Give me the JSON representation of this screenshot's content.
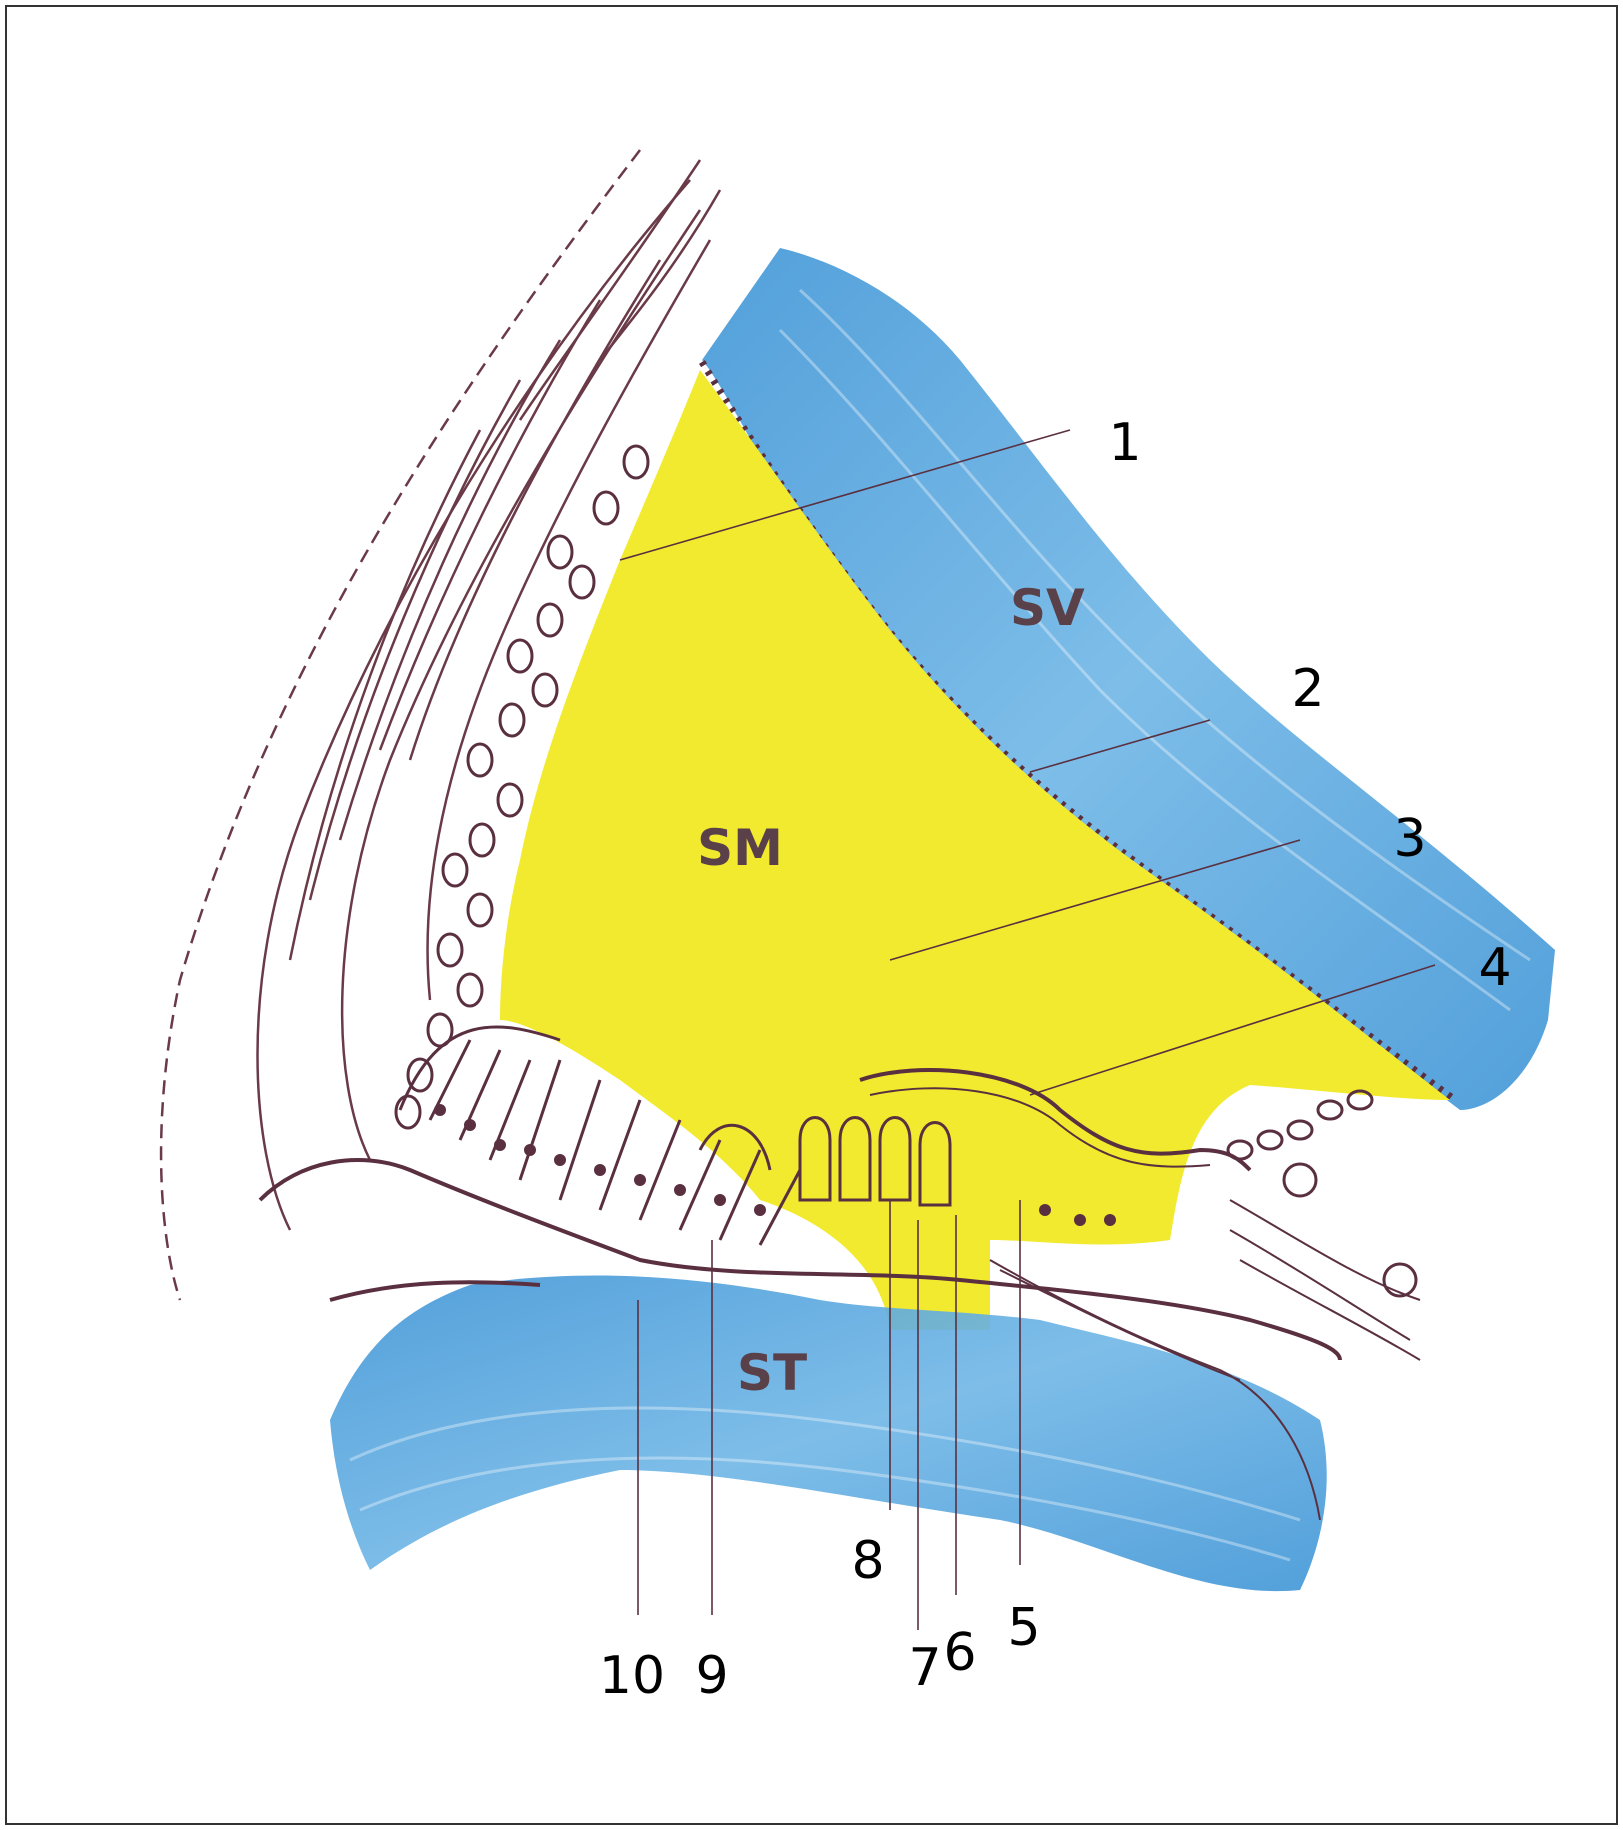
{
  "regions": {
    "scala_vestibuli": "SV",
    "scala_media": "SM",
    "scala_tympani": "ST"
  },
  "callouts": [
    "1",
    "2",
    "3",
    "4",
    "5",
    "6",
    "7",
    "8",
    "9",
    "10"
  ],
  "colors": {
    "perilymph_blue": "#4aa2dc",
    "endolymph_yellow": "#f2ea2e",
    "outline": "#5a3040"
  }
}
